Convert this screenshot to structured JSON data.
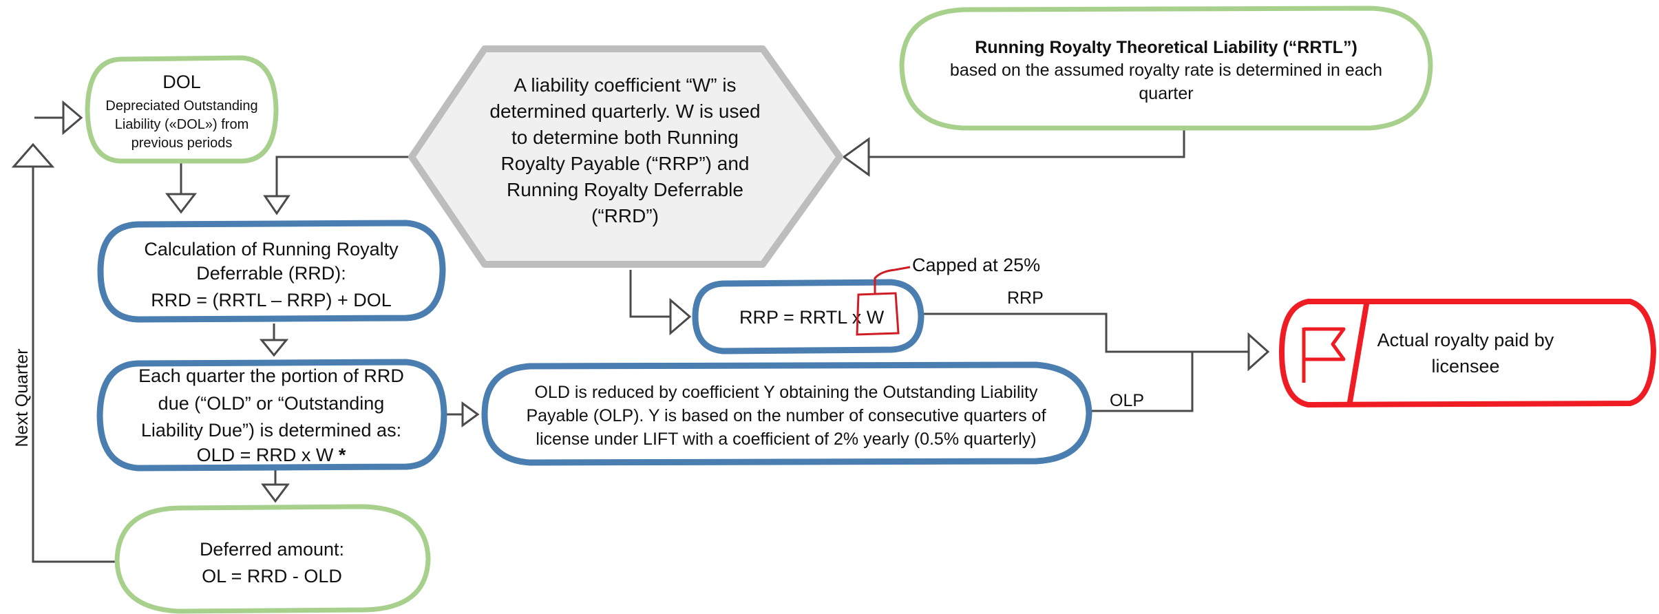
{
  "dol": {
    "title": "DOL",
    "lines": [
      "Depreciated Outstanding",
      "Liability («DOL») from",
      "previous periods"
    ]
  },
  "hexagon": {
    "lines": [
      "A liability coefficient “W” is",
      "determined quarterly. W is used",
      "to determine both Running",
      "Royalty Payable (“RRP”) and",
      "Running Royalty Deferrable",
      "(“RRD”)"
    ]
  },
  "rrtl": {
    "title": "Running Royalty Theoretical Liability (“RRTL”)",
    "lines": [
      "based on the assumed royalty rate is determined in each",
      "quarter"
    ]
  },
  "rrd": {
    "lines": [
      "Calculation of Running Royalty",
      "Deferrable (RRD):",
      "RRD = (RRTL – RRP) + DOL"
    ]
  },
  "old_box": {
    "lines": [
      "Each quarter the portion of RRD",
      "due (“OLD” or “Outstanding",
      "Liability Due”) is determined as:"
    ],
    "formula": "OLD = RRD x W",
    "asterisk": "*"
  },
  "deferred": {
    "lines": [
      "Deferred amount:",
      "OL = RRD - OLD"
    ]
  },
  "olp": {
    "lines": [
      "OLD is reduced by coefficient Y obtaining the Outstanding Liability",
      "Payable (OLP). Y is based on the number of consecutive quarters of",
      "license under LIFT with a coefficient of 2% yearly (0.5% quarterly)"
    ]
  },
  "rrp": {
    "formula": "RRP = RRTL x W",
    "cap_note": "Capped at 25%"
  },
  "actual": {
    "lines": [
      "Actual royalty paid by",
      "licensee"
    ],
    "icon": "flag-icon"
  },
  "labels": {
    "rrp": "RRP",
    "olp": "OLP",
    "next_quarter": "Next Quarter"
  },
  "colors": {
    "green": "#a8d08d",
    "blue": "#4a7eb0",
    "red": "#ef1c24",
    "grey": "#bdbdbd",
    "connector": "#4a4a4a"
  }
}
